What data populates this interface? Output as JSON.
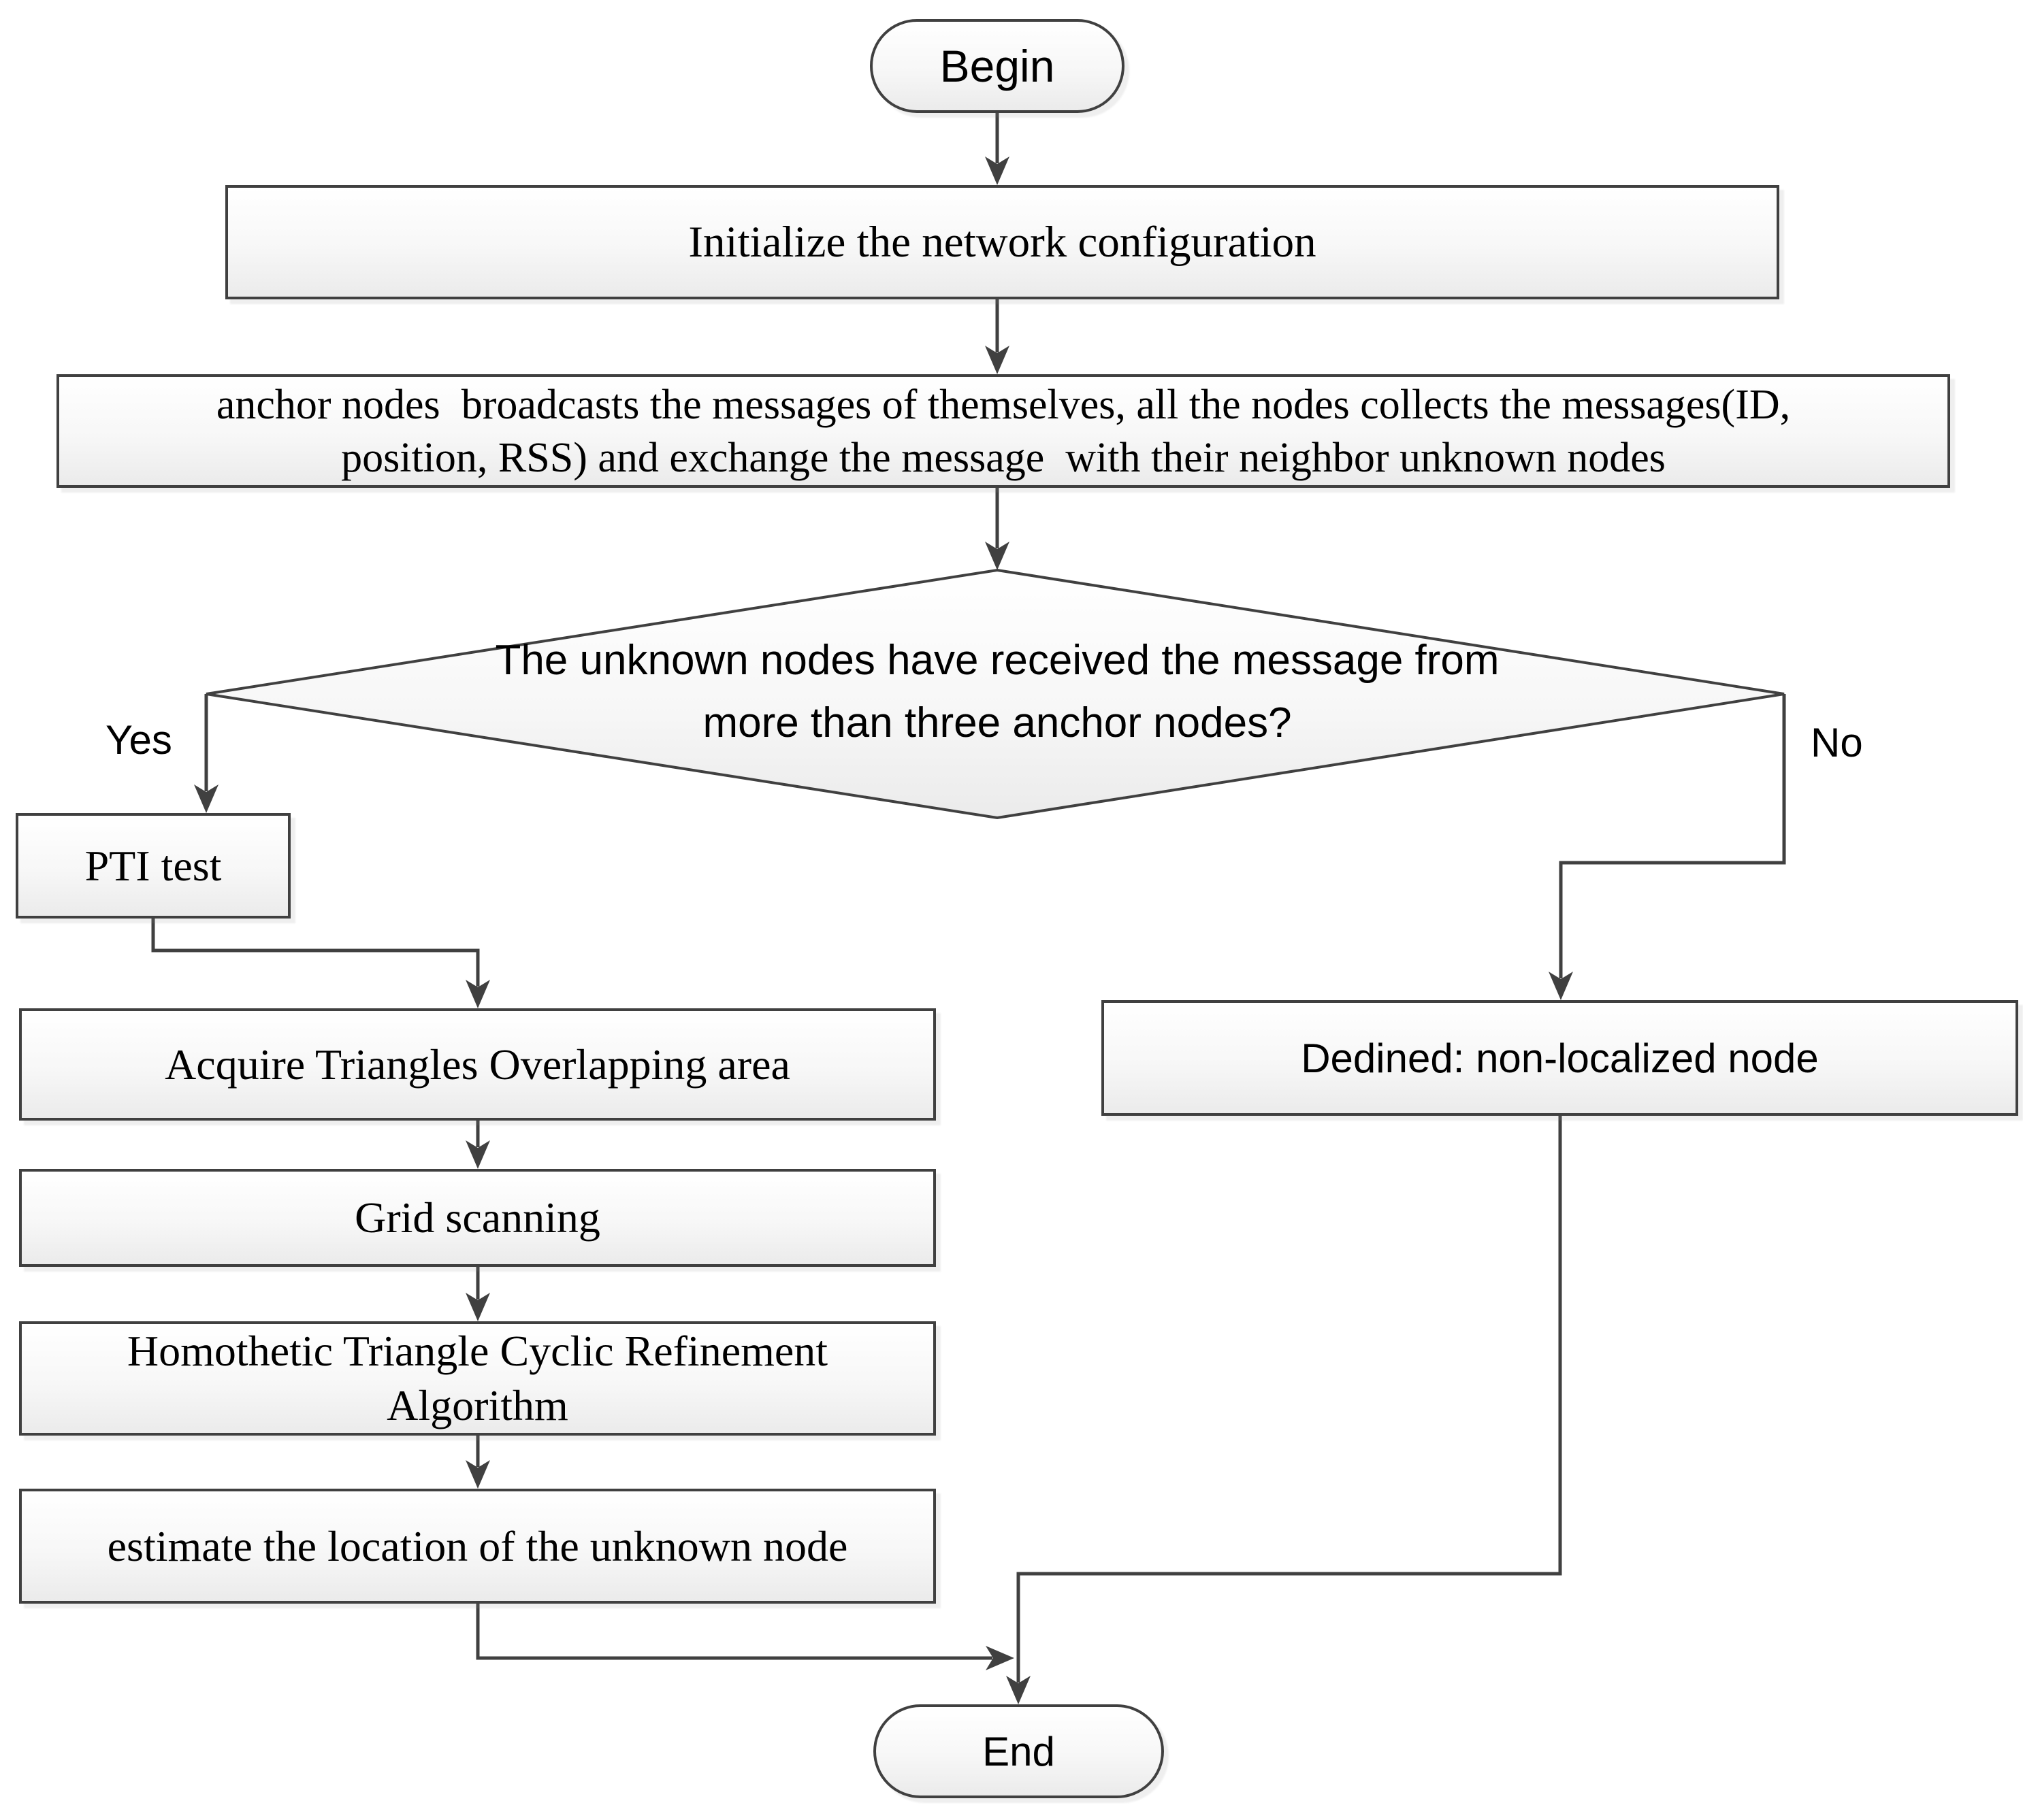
{
  "diagram": {
    "type": "flowchart",
    "nodes": {
      "begin": "Begin",
      "initialize": "Initialize the network configuration",
      "broadcast_line1": "anchor nodes  broadcasts the messages of themselves, all the nodes collects the messages(ID,",
      "broadcast_line2": "position, RSS) and exchange the message  with their neighbor unknown nodes",
      "decision_line1": "The unknown nodes have received the message from",
      "decision_line2": "more than three anchor nodes?",
      "pti": "PTI test",
      "acquire": "Acquire Triangles Overlapping area",
      "grid": "Grid scanning",
      "homothetic_line1": "Homothetic Triangle Cyclic Refinement",
      "homothetic_line2": "Algorithm",
      "estimate": "estimate the location of the unknown node",
      "non_localized": "Dedined: non-localized node",
      "end": "End"
    },
    "edge_labels": {
      "yes": "Yes",
      "no": "No"
    },
    "colors": {
      "line": "#404040",
      "node_fill_top": "#ffffff",
      "node_fill_bottom": "#ebebeb",
      "text": "#000000",
      "background": "#ffffff"
    }
  }
}
